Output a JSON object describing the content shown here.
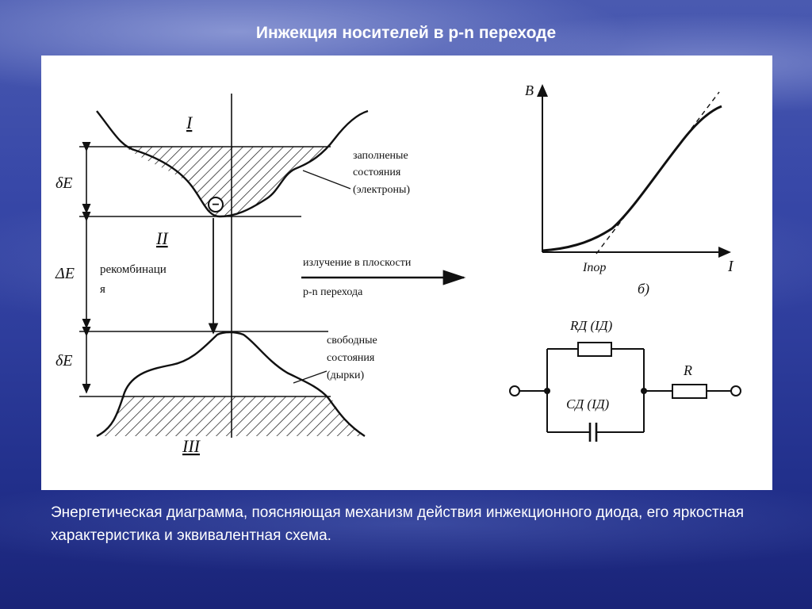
{
  "slide": {
    "title": "Инжекция носителей в p-n переходе",
    "caption": "Энергетическая диаграмма, поясняющая механизм действия инжекционного диода, его яркостная характеристика и эквивалентная схема."
  },
  "band_diagram": {
    "region_upper": "I",
    "region_middle": "II",
    "region_lower": "III",
    "delta_e_top": "δE",
    "delta_e_gap": "ΔE",
    "delta_e_bottom": "δE",
    "filled_states": [
      "заполненые",
      "состояния",
      "(электроны)"
    ],
    "recombination": [
      "рекомбинаци",
      "я"
    ],
    "emission": [
      "излучение в плоскости",
      "p-n перехода"
    ],
    "free_states": [
      "свободные",
      "состояния",
      "(дырки)"
    ],
    "electron_symbol": "−"
  },
  "brightness_graph": {
    "y_label": "B",
    "x_label": "I",
    "threshold_label": "Iпор",
    "panel_label": "б)"
  },
  "circuit": {
    "rd_label": "RД (IД)",
    "cd_label": "CД (IД)",
    "r_label": "R"
  },
  "colors": {
    "background": "#2e3d9c",
    "text": "#ffffff",
    "ink": "#111111"
  }
}
